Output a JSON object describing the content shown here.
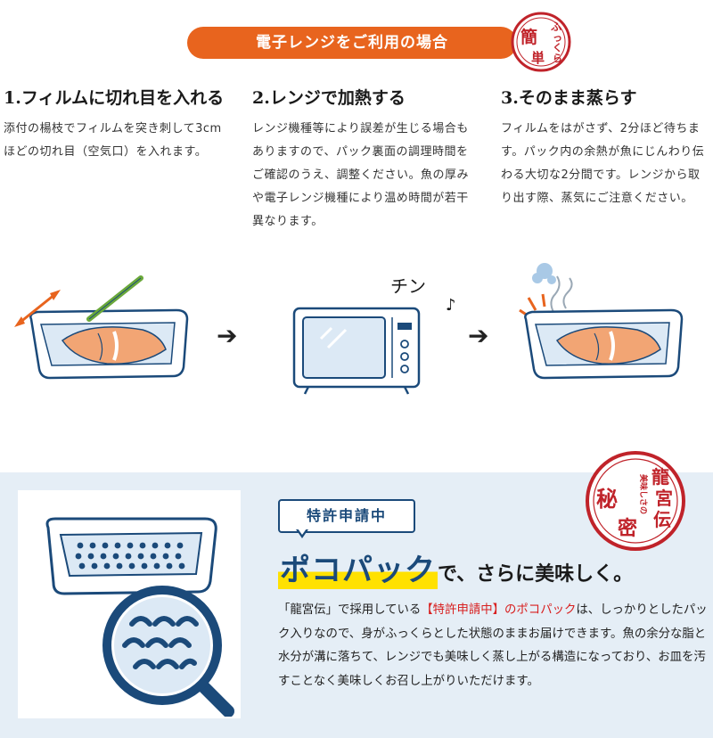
{
  "banner": {
    "text": "電子レンジをご利用の場合"
  },
  "stamp_easy": {
    "chars": [
      "ふ",
      "っ",
      "く",
      "ら",
      "簡",
      "単"
    ]
  },
  "steps": [
    {
      "title": "1.フィルムに切れ目を入れる",
      "body": "添付の楊枝でフィルムを突き刺して3cmほどの切れ目（空気口）を入れます。"
    },
    {
      "title": "2.レンジで加熱する",
      "body": "レンジ機種等により誤差が生じる場合もありますので、パック裏面の調理時間をご確認のうえ、調整ください。魚の厚みや電子レンジ機種により温め時間が若干異なります。"
    },
    {
      "title": "3.そのまま蒸らす",
      "body": "フィルムをはがさず、2分ほど待ちます。パック内の余熱が魚にじんわり伝わる大切な2分間です。レンジから取り出す際、蒸気にご注意ください。"
    }
  ],
  "microwave_sound": "チン",
  "arrow_glyph": "➔",
  "patent": {
    "bubble": "特許申請中",
    "headline_highlight": "ポコパック",
    "headline_rest": "で、さらに美味しく。",
    "desc_part1": "「龍宮伝」で採用している",
    "desc_red": "【特許申請中】のポコパック",
    "desc_part2": "は、しっかりとしたパック入りなので、身がふっくらとした状態のままお届けできます。魚の余分な脂と水分が溝に落ちて、レンジでも美味しく蒸し上がる構造になっており、お皿を汚すことなく美味しくお召し上がりいただけます。"
  },
  "stamp_secret": {
    "big": [
      "龍",
      "宮",
      "伝",
      "秘",
      "密"
    ],
    "small": "美味しさの"
  },
  "colors": {
    "orange": "#e8641e",
    "navy": "#1b4a7a",
    "red": "#c0232a",
    "yellow": "#ffe100",
    "light_blue": "#e5eef6"
  }
}
